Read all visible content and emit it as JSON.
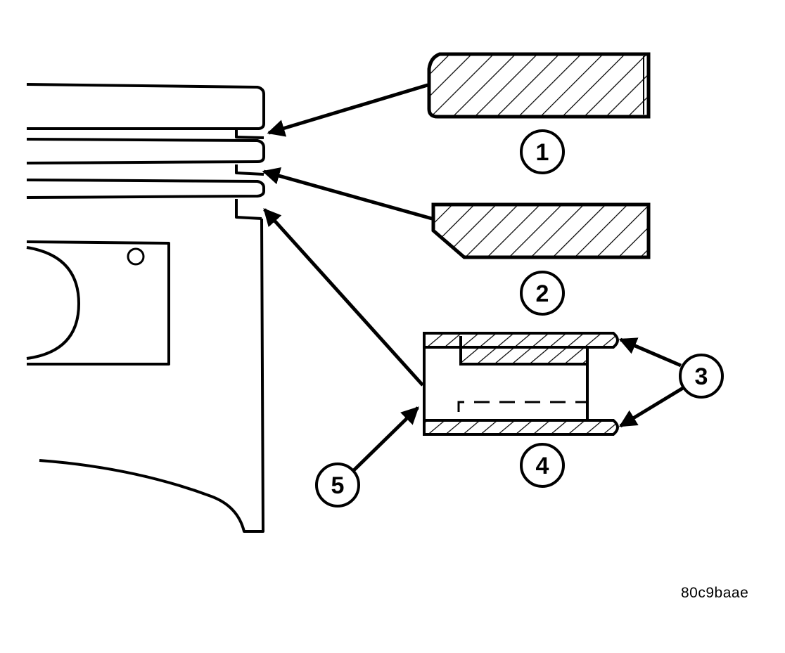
{
  "figure": {
    "code": "80c9baae",
    "callouts": [
      {
        "id": "1",
        "label": "1"
      },
      {
        "id": "2",
        "label": "2"
      },
      {
        "id": "3",
        "label": "3"
      },
      {
        "id": "4",
        "label": "4"
      },
      {
        "id": "5",
        "label": "5"
      }
    ]
  }
}
